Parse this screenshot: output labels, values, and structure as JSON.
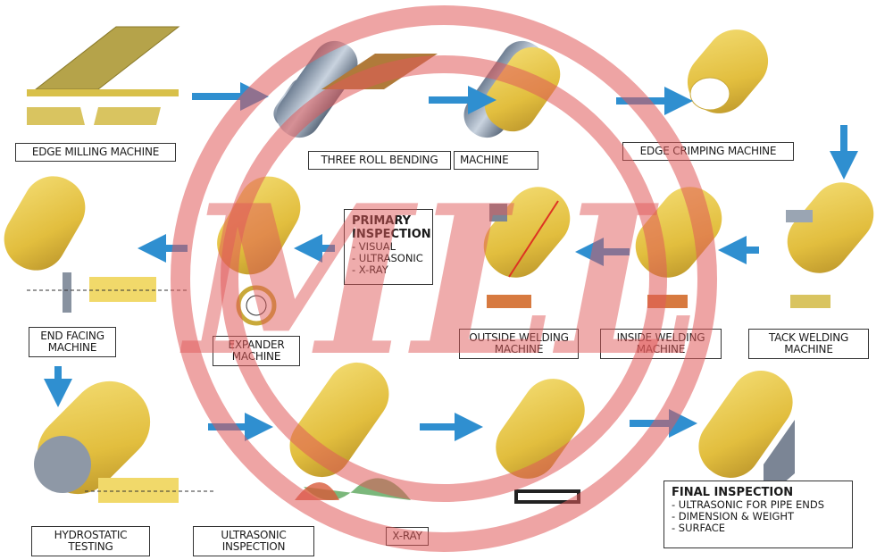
{
  "title": "Spiral / LSAW Pipe Manufacturing Process",
  "accent_arrow_color": "#2f8fd0",
  "pipe_color": "#e9c94a",
  "watermark": {
    "text": "MLL",
    "color": "#e05a5a"
  },
  "steps": [
    {
      "id": "edge-milling",
      "label": [
        "EDGE MILLING MACHINE"
      ]
    },
    {
      "id": "three-roll-bending",
      "label": [
        "THREE ROLL BENDING"
      ],
      "label2": [
        "MACHINE"
      ]
    },
    {
      "id": "edge-crimping",
      "label": [
        "EDGE CRIMPING MACHINE"
      ]
    },
    {
      "id": "tack-welding",
      "label": [
        "TACK WELDING",
        "MACHINE"
      ]
    },
    {
      "id": "inside-welding",
      "label": [
        "INSIDE WELDING",
        "MACHINE"
      ]
    },
    {
      "id": "outside-welding",
      "label": [
        "OUTSIDE WELDING",
        "MACHINE"
      ]
    },
    {
      "id": "expander",
      "label": [
        "EXPANDER",
        "MACHINE"
      ]
    },
    {
      "id": "end-facing",
      "label": [
        "END FACING",
        "MACHINE"
      ]
    },
    {
      "id": "hydrostatic-testing",
      "label": [
        "HYDROSTATIC TESTING"
      ]
    },
    {
      "id": "ultrasonic-inspection",
      "label": [
        "ULTRASONIC INSPECTION"
      ]
    },
    {
      "id": "x-ray",
      "label": [
        "X-RAY"
      ]
    }
  ],
  "primary_inspection": {
    "title": [
      "PRIMARY",
      "INSPECTION"
    ],
    "items": [
      "- VISUAL",
      "- ULTRASONIC",
      "- X-RAY"
    ]
  },
  "final_inspection": {
    "title": "FINAL INSPECTION",
    "items": [
      "- ULTRASONIC FOR PIPE ENDS",
      "- DIMENSION & WEIGHT",
      "- SURFACE"
    ]
  }
}
